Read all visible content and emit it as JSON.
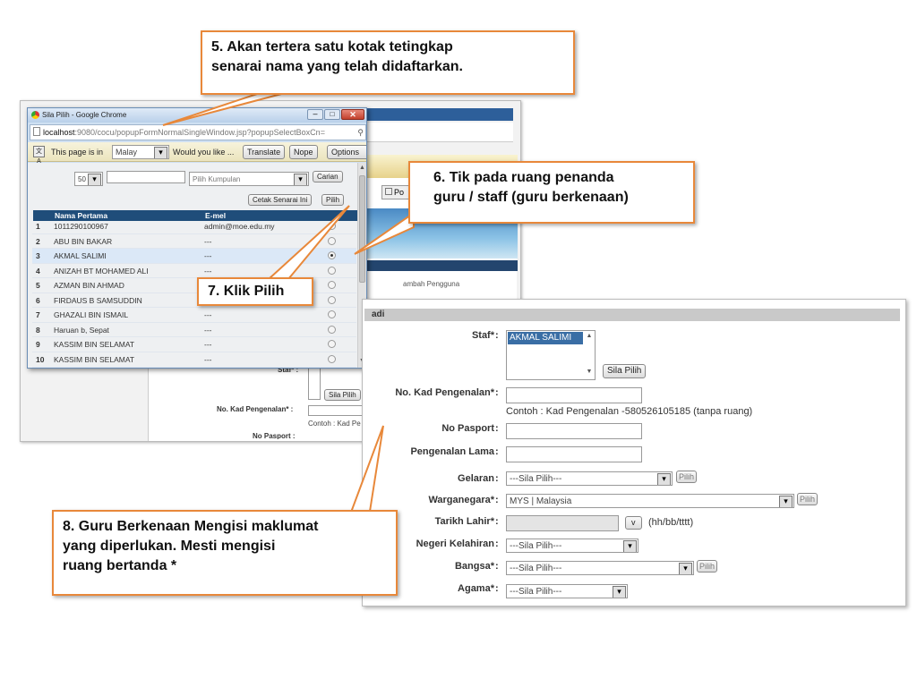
{
  "callouts": {
    "c5": [
      "5. Akan tertera satu kotak tetingkap",
      "senarai nama yang telah didaftarkan."
    ],
    "c6": [
      "6. Tik pada ruang  penanda",
      "guru / staff (guru berkenaan)"
    ],
    "c7": "7. Klik Pilih",
    "c8": [
      "8. Guru Berkenaan Mengisi maklumat",
      "yang diperlukan.  Mesti mengisi",
      "ruang bertanda *"
    ]
  },
  "popup": {
    "window_title": "Sila Pilih - Google Chrome",
    "address_host": "localhost",
    "address_path": ":9080/cocu/popupFormNormalSingleWindow.jsp?popupSelectBoxCn=",
    "translate_bar": {
      "prefix": "This page is in",
      "language": "Malay",
      "question": "Would you like ...",
      "translate_label": "Translate",
      "nope_label": "Nope",
      "options_label": "Options"
    },
    "page_size": "50",
    "group_select": "Pilih Kumpulan",
    "search_label": "Carian",
    "print_label": "Cetak Senarai Ini",
    "pick_label": "Pilih",
    "headers": {
      "name": "Nama Pertama",
      "email": "E-mel"
    },
    "rows": [
      {
        "no": "1",
        "name": "1011290100967",
        "email": "admin@moe.edu.my",
        "selected": false
      },
      {
        "no": "2",
        "name": "ABU BIN BAKAR",
        "email": "---",
        "selected": false
      },
      {
        "no": "3",
        "name": "AKMAL SALIMI",
        "email": "---",
        "selected": true
      },
      {
        "no": "4",
        "name": "ANIZAH BT MOHAMED ALI",
        "email": "---",
        "selected": false
      },
      {
        "no": "5",
        "name": "AZMAN BIN AHMAD",
        "email": "---",
        "selected": false
      },
      {
        "no": "6",
        "name": "FIRDAUS B SAMSUDDIN",
        "email": "---",
        "selected": false
      },
      {
        "no": "7",
        "name": "GHAZALI BIN ISMAIL",
        "email": "---",
        "selected": false
      },
      {
        "no": "8",
        "name": "Haruan b, Sepat",
        "email": "---",
        "selected": false
      },
      {
        "no": "9",
        "name": "KASSIM BIN SELAMAT",
        "email": "---",
        "selected": false
      },
      {
        "no": "10",
        "name": "KASSIM BIN SELAMAT",
        "email": "---",
        "selected": false
      }
    ]
  },
  "back_window": {
    "tab_label": "Po",
    "link_text": "ambah Pengguna",
    "staf_label": "Staf* :",
    "pick_label": "Sila Pilih",
    "kp_label": "No. Kad Pengenalan* :",
    "example_text": "Contoh : Kad Pe",
    "next_label": "No Pasport :"
  },
  "form": {
    "section_title": "adi",
    "staf": {
      "label": "Staf*",
      "value": "AKMAL SALIMI",
      "button": "Sila Pilih"
    },
    "kp": {
      "label": "No. Kad Pengenalan*",
      "hint": "Contoh : Kad Pengenalan -580526105185 (tanpa ruang)"
    },
    "pasport": {
      "label": "No Pasport"
    },
    "lama": {
      "label": "Pengenalan Lama"
    },
    "gelaran": {
      "label": "Gelaran",
      "value": "---Sila Pilih---",
      "button": "Pilih"
    },
    "warga": {
      "label": "Warganegara*",
      "value": "MYS | Malaysia",
      "button": "Pilih"
    },
    "lahir": {
      "label": "Tarikh Lahir*",
      "cal_button": "v",
      "format": "(hh/bb/tttt)"
    },
    "negeri": {
      "label": "Negeri Kelahiran",
      "value": "---Sila Pilih---"
    },
    "bangsa": {
      "label": "Bangsa*",
      "value": "---Sila Pilih---",
      "button": "Pilih"
    },
    "agama": {
      "label": "Agama*",
      "value": "---Sila Pilih---"
    }
  }
}
